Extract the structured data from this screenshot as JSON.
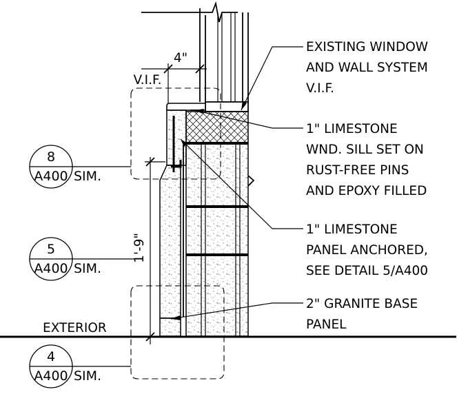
{
  "dimensions": {
    "width_label": "4\"",
    "width_vif": "V.I.F.",
    "height_label": "1'-9\""
  },
  "section_tags": [
    {
      "number": "8",
      "sheet": "A400",
      "suffix": "SIM."
    },
    {
      "number": "5",
      "sheet": "A400",
      "suffix": "SIM."
    },
    {
      "number": "4",
      "sheet": "A400",
      "suffix": "SIM."
    }
  ],
  "exterior_label": "EXTERIOR",
  "callouts": [
    {
      "lines": [
        "EXISTING WINDOW",
        "AND WALL SYSTEM",
        "V.I.F."
      ]
    },
    {
      "lines": [
        "1\" LIMESTONE",
        "WND. SILL SET ON",
        "RUST-FREE PINS",
        "AND EPOXY FILLED"
      ]
    },
    {
      "lines": [
        "1\" LIMESTONE",
        "PANEL ANCHORED,",
        "SEE DETAIL 5/A400"
      ]
    },
    {
      "lines": [
        "2\" GRANITE BASE",
        "PANEL"
      ]
    }
  ]
}
